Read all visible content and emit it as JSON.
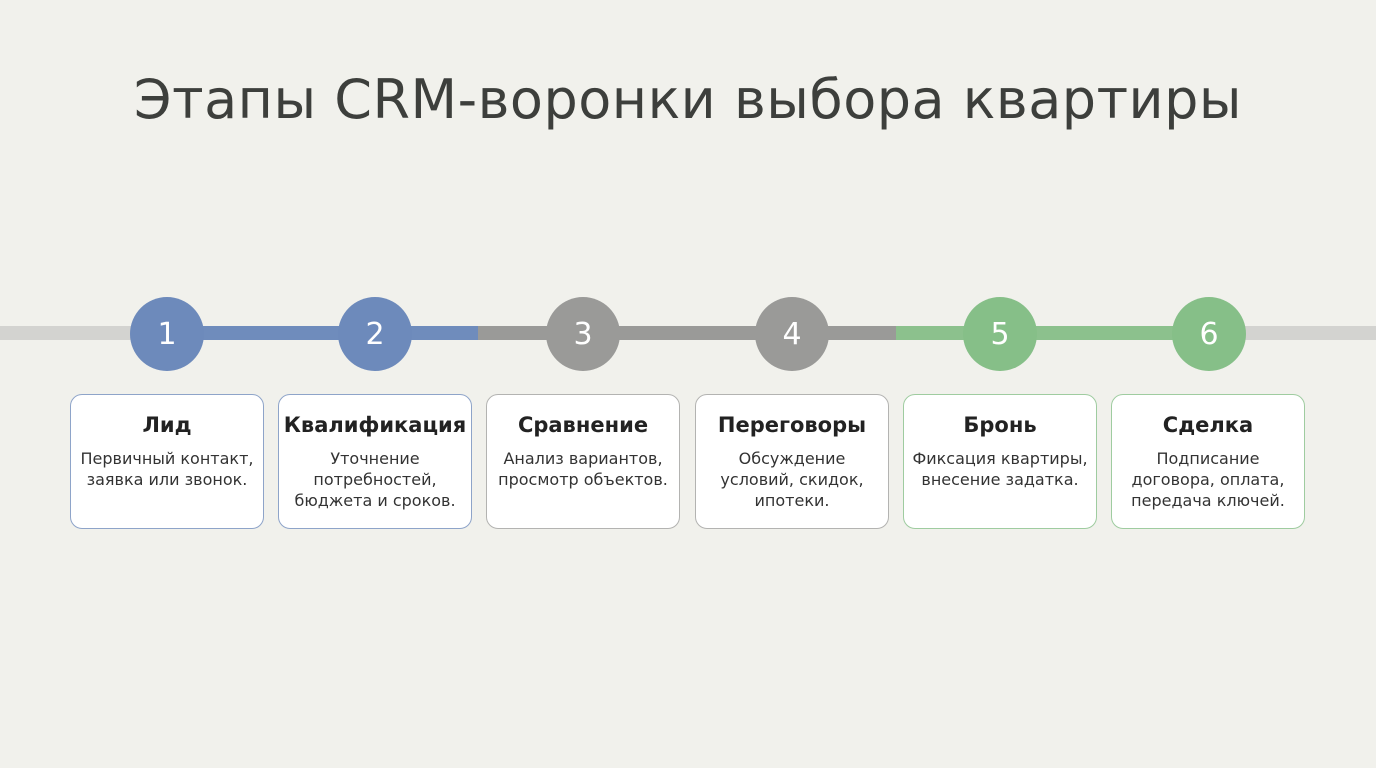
{
  "title": "Этапы CRM-воронки выбора квартиры",
  "colors": {
    "background": "#f1f1ec",
    "blue": "#6d8abb",
    "grey": "#9a9a98",
    "green": "#86bf88",
    "track_light": "#d3d3d0"
  },
  "stages": [
    {
      "number": "1",
      "title": "Лид",
      "description": "Первичный контакт,\nзаявка или звонок.",
      "color": "blue"
    },
    {
      "number": "2",
      "title": "Квалификация",
      "description": "Уточнение\nпотребностей,\nбюджета и сроков.",
      "color": "blue"
    },
    {
      "number": "3",
      "title": "Сравнение",
      "description": "Анализ вариантов,\nпросмотр объектов.",
      "color": "grey"
    },
    {
      "number": "4",
      "title": "Переговоры",
      "description": "Обсуждение\nусловий, скидок,\nипотеки.",
      "color": "grey"
    },
    {
      "number": "5",
      "title": "Бронь",
      "description": "Фиксация квартиры,\nвнесение задатка.",
      "color": "green"
    },
    {
      "number": "6",
      "title": "Сделка",
      "description": "Подписание\nдоговора, оплата,\nпередача ключей.",
      "color": "green"
    }
  ]
}
